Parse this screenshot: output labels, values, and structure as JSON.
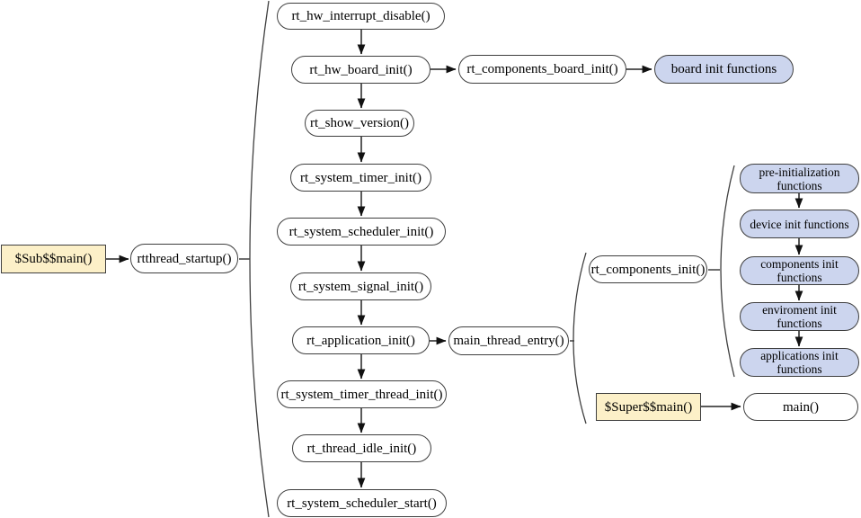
{
  "colors": {
    "entry_fill": "#fcf0c8",
    "group_fill": "#ccd5ee",
    "node_fill": "#ffffff",
    "border": "#3f3f3f",
    "arrow_stem": "#5a5a5a",
    "arrow_head": "#111111"
  },
  "nodes": {
    "sub_main": "$Sub$$main()",
    "rtthread_startup": "rtthread_startup()",
    "startup_chain": [
      "rt_hw_interrupt_disable()",
      "rt_hw_board_init()",
      "rt_show_version()",
      "rt_system_timer_init()",
      "rt_system_scheduler_init()",
      "rt_system_signal_init()",
      "rt_application_init()",
      "rt_system_timer_thread_init()",
      "rt_thread_idle_init()",
      "rt_system_scheduler_start()"
    ],
    "rt_components_board_init": "rt_components_board_init()",
    "board_init_functions": "board init functions",
    "main_thread_entry": "main_thread_entry()",
    "rt_components_init": "rt_components_init()",
    "init_chain": [
      "pre-initialization functions",
      "device init functions",
      "components init functions",
      "enviroment init functions",
      "applications init functions"
    ],
    "super_main": "$Super$$main()",
    "main": "main()"
  }
}
